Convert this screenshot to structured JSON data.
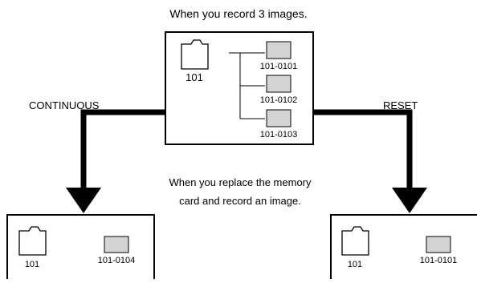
{
  "header_caption": "When you record 3 images.",
  "branch_left_label": "CONTINUOUS",
  "branch_right_label": "RESET",
  "middle_caption_line1": "When you replace the memory",
  "middle_caption_line2": "card and record an image.",
  "top_box": {
    "folder_label": "101",
    "files": [
      "101-0101",
      "101-0102",
      "101-0103"
    ]
  },
  "bottom_left_box": {
    "folder_label": "101",
    "file_label": "101-0104"
  },
  "bottom_right_box": {
    "folder_label": "101",
    "file_label": "101-0101"
  },
  "colors": {
    "line": "#000000",
    "file_fill": "#d4d4d4",
    "background": "#ffffff"
  }
}
